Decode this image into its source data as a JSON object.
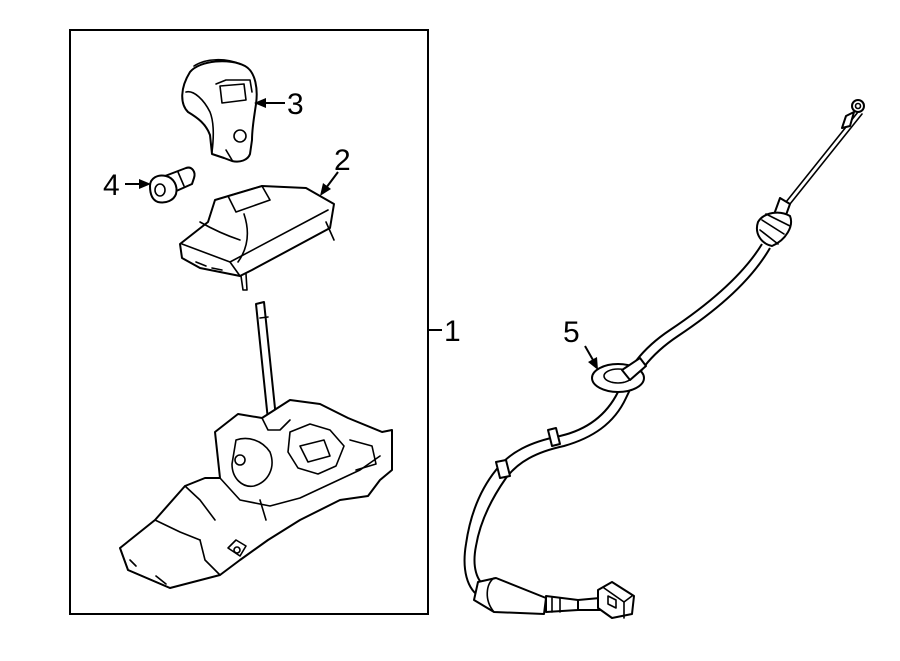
{
  "callouts": {
    "part_1": "1",
    "part_2": "2",
    "part_3": "3",
    "part_4": "4",
    "part_5": "5"
  }
}
